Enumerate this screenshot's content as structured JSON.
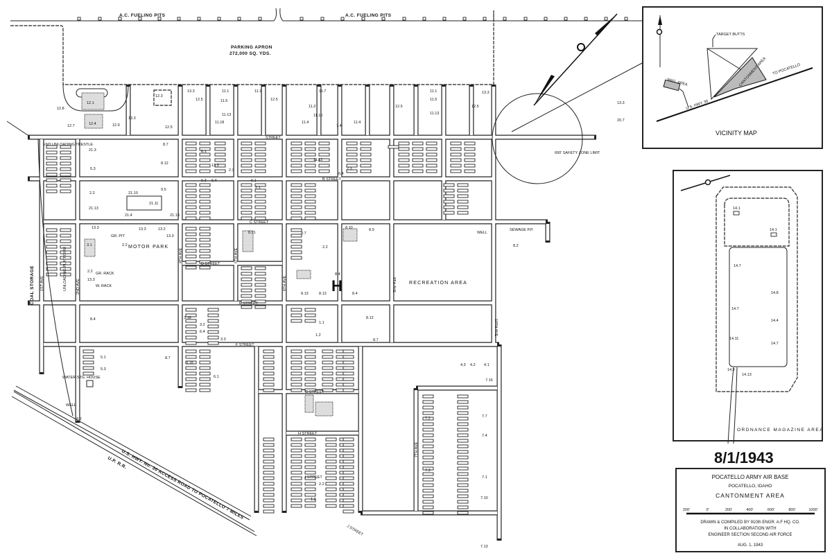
{
  "date_stamp": "8/1/1943",
  "title_block": {
    "title": "POCATELLO ARMY AIR BASE",
    "location": "POCATELLO, IDAHO",
    "area": "CANTONMENT AREA",
    "scale_ticks": [
      "200'",
      "0'",
      "200'",
      "400'",
      "600'",
      "800'",
      "1000'"
    ],
    "credit_1": "DRAWN & COMPILED BY 910th ENGR. A.F HQ. CO.",
    "credit_2": "IN COLLABORATION WITH",
    "credit_3": "ENGINEER SECTION SECOND AIR FORCE",
    "drawn_date": "AUG. 1, 1943"
  },
  "vicinity_map": {
    "title": "VICINITY MAP",
    "target_butts": "TARGET BUTTS",
    "mag_area": "MAG. AREA",
    "cantonment": "CANTONMENT AREA",
    "highway": "U.S. HWY. 30",
    "to_pocatello": "TO POCATELLO"
  },
  "ordnance_area": {
    "title": "ORDNANCE MAGAZINE AREA",
    "buildings": [
      "14.1",
      "14.1",
      "14.7",
      "14.8",
      "14.4",
      "14.7",
      "14.7",
      "14.11",
      "14.9",
      "14.13"
    ]
  },
  "main_map": {
    "fueling_pits": [
      "A.C. FUELING PITS",
      "A.C. FUELING PITS"
    ],
    "apron_title": "PARKING APRON",
    "apron_area": "272,000 SQ. YDS.",
    "motor_park": "MOTOR PARK",
    "recreation_area": "RECREATION AREA",
    "coal_storage": "COAL STORAGE",
    "end_unloading_trestle": "END UNLOADING TRESTLE",
    "unloading_platform": "UNLOADING PLATFORM",
    "water_stg_house": "WATER STG. HOUSE",
    "well": "WELL",
    "well_2": "WELL",
    "sewage": "SEWAGE P.P.",
    "gr_pit": "GR. PIT",
    "gr_rack": "GR. RACK",
    "w_rack": "W. RACK",
    "safety_zone": "600' SAFETY ZONE LIMIT",
    "highway": "U.S. HWY. No. 30  ACCESS ROAD  TO  POCATELLO 7 MILES",
    "railroad": "U.P.  R.R.",
    "hospital": "H",
    "streets": {
      "a": "STREET",
      "b": "B STREET",
      "c": "C STREET",
      "d": "D STREET",
      "e": "E STREET",
      "f": "F STREET",
      "g": "G STREET",
      "h": "H STREET",
      "i": "I STREET",
      "j": "J STREET",
      "ave1": "1ST AVE",
      "ave2": "2ND AVE",
      "ave4": "4TH AVE",
      "ave5": "5TH AVE",
      "ave6": "6TH AVE",
      "ave8": "8TH AVE",
      "ave10": "10TH AVE",
      "ave7": "7TH AVE"
    },
    "building_numbers": [
      "12.8",
      "12.1",
      "12.7",
      "12.4",
      "12.9",
      "13.3",
      "12.3",
      "12.5",
      "13.3",
      "12.5",
      "11.1",
      "11.5",
      "11.18",
      "11.13",
      "11.1",
      "12.5",
      "11.7",
      "11.2",
      "11.10",
      "11.4",
      "7.4",
      "11.4",
      "12.5",
      "11.1",
      "11.5",
      "11.13",
      "12.5",
      "13.3",
      "13.3",
      "8.7",
      "21.3",
      "5.3",
      "8.12",
      "2.2",
      "9.5",
      "21.13",
      "21.10",
      "21.11",
      "21.4",
      "21.13",
      "13.3",
      "2.2",
      "13.3",
      "13.2",
      "13.3",
      "3.1",
      "2.2",
      "13.3",
      "8.4",
      "5.1",
      "5.3",
      "8.7",
      "8.2",
      "6.1",
      "2.3",
      "6.3",
      "6.4",
      "11.12",
      "6.4",
      "2.3",
      "8.21",
      "8.7",
      "8.10",
      "8.9",
      "2.2",
      "8.4",
      "8.13",
      "8.13",
      "8.4",
      "8.12",
      "8.7",
      "1.1",
      "1.2",
      "3.18",
      "3.2",
      "6.4",
      "3.3",
      "3.18",
      "6.1",
      "4.3",
      "4.2",
      "4.1",
      "7.15",
      "7.7",
      "7.2",
      "7.4",
      "7.3",
      "7.1",
      "7.10",
      "7.13",
      "8.2",
      "20.7",
      "13.3",
      "2.1",
      "6.1",
      "2.2",
      "1.2"
    ]
  }
}
